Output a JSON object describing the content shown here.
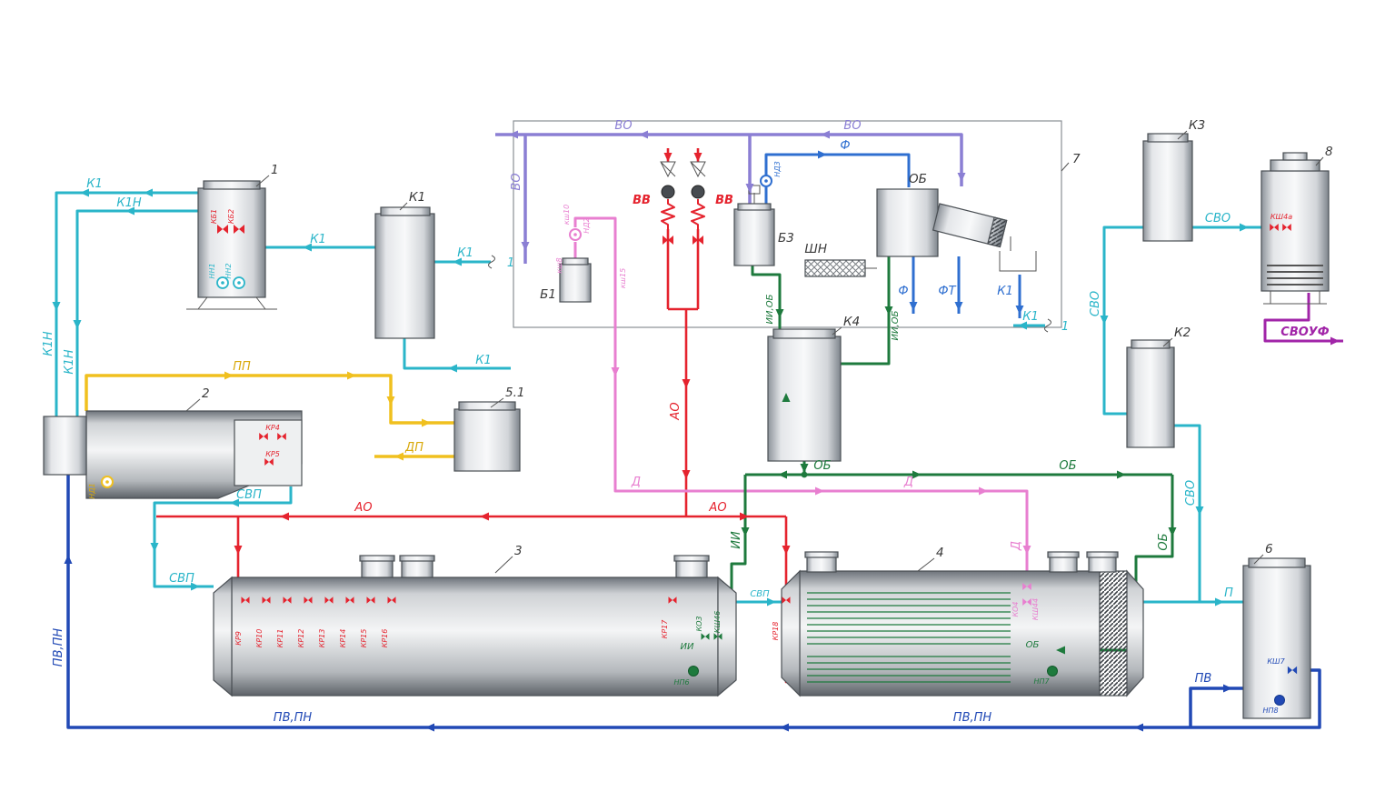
{
  "diagram": {
    "labels": {
      "k1": "К1",
      "k1n": "К1Н",
      "pp": "ПП",
      "dp": "ДП",
      "svp": "СВП",
      "svo": "СВО",
      "svouf": "СВОУФ",
      "ao": "АО",
      "vo": "ВО",
      "vv": "ВВ",
      "d": "Д",
      "ob": "ОБ",
      "ii": "ИИ",
      "ii_ob": "ИИ,ОБ",
      "f": "Ф",
      "ft": "ФТ",
      "p": "П",
      "pv": "ПВ",
      "pv_pn": "ПВ,ПН",
      "ref1": "1"
    },
    "equipment": {
      "t1": "1",
      "t2": "2",
      "t3": "3",
      "t4": "4",
      "t51": "5.1",
      "t6": "6",
      "t7": "7",
      "t8": "8",
      "c_k1": "К1",
      "c_k2": "К2",
      "c_k3": "К3",
      "c_k4": "К4",
      "b1": "Б1",
      "b3": "Б3",
      "shn": "ШН",
      "ob_unit": "ОБ"
    },
    "devices": {
      "kb1": "КБ1",
      "kb2": "КБ2",
      "nn1": "НН1",
      "nn2": "НН2",
      "nd1": "НД1",
      "nd2": "НД2",
      "nd3": "НД3",
      "kr4": "КР4",
      "kr5": "КР5",
      "kr9": "КР9",
      "kr10": "КР10",
      "kr11": "КР11",
      "kr12": "КР12",
      "kr13": "КР13",
      "kr14": "КР14",
      "kr15": "КР15",
      "kr16": "КР16",
      "kr17": "КР17",
      "kr18": "КР18",
      "ko3": "КО3",
      "ksh46": "КШ46",
      "ko4": "КО4",
      "ksh44": "КШ44",
      "np6": "НП6",
      "np7": "НП7",
      "np8": "НП8",
      "ksh7": "КШ7",
      "ksh4a": "КШ4а",
      "ksh8": "кш8",
      "ksh10": "кш10",
      "ksh15": "кш15"
    },
    "colors": {
      "cyan": "#2ab5c9",
      "yellow": "#f0c01f",
      "red": "#e5232e",
      "purple": "#8b7fd4",
      "pink": "#e87fd0",
      "green": "#1e7a3d",
      "blue": "#2f6fd0",
      "navy": "#2149b5",
      "magenta": "#a125a8"
    }
  }
}
